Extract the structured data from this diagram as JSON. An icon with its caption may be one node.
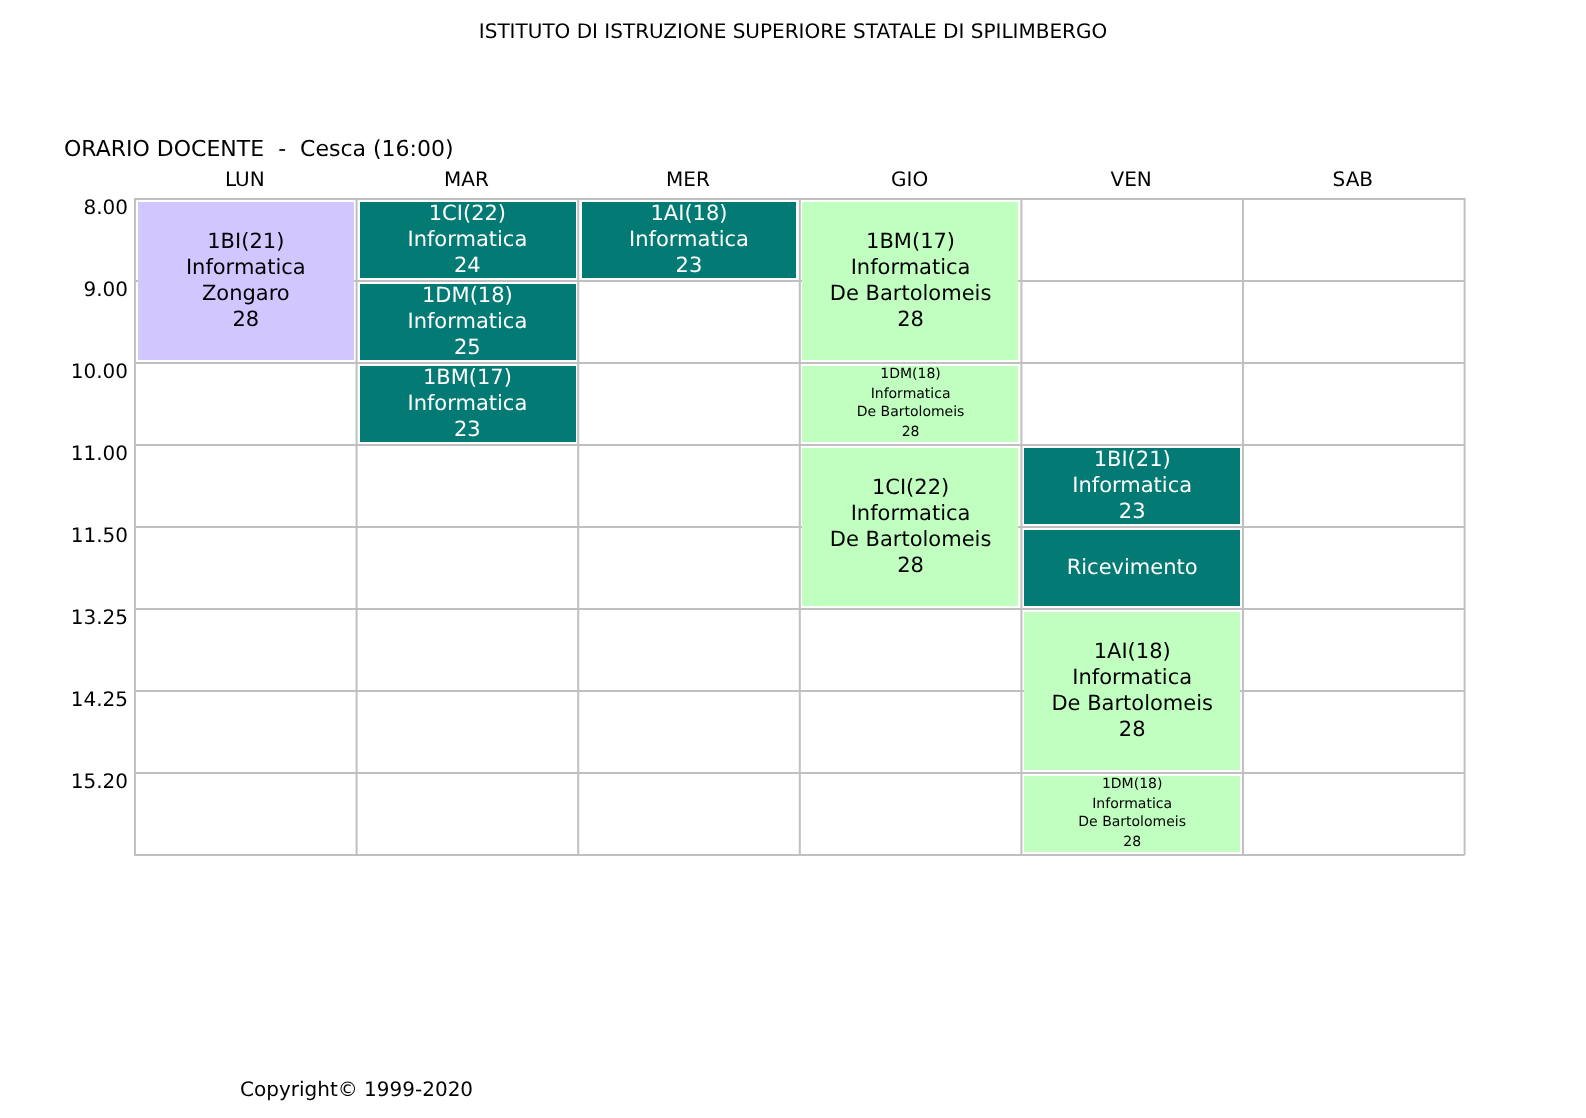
{
  "diagram": {
    "title": "ISTITUTO DI ISTRUZIONE SUPERIORE STATALE DI SPILIMBERGO",
    "nodes": [
      {
        "text": [
          "1BI(21)",
          "Informatica",
          "Zongaro",
          "28"
        ]
      },
      {
        "text": [
          "1CI(22)",
          "Informatica",
          "24"
        ]
      },
      {
        "text": [
          "1AI(18)",
          "Informatica",
          "23"
        ]
      },
      {
        "text": [
          "1BM(17)",
          "Informatica",
          "De Bartolomeis",
          "28"
        ]
      },
      {
        "text": [
          "1DM(18)",
          "Informatica",
          "25"
        ]
      },
      {
        "text": [
          "1BM(17)",
          "Informatica",
          "23"
        ]
      },
      {
        "text": [
          "1DM(18)",
          "Informatica",
          "De Bartolomeis",
          "28"
        ]
      },
      {
        "text": [
          "1CI(22)",
          "Informatica",
          "De Bartolomeis",
          "28"
        ]
      },
      {
        "text": [
          "1BI(21)",
          "Informatica",
          "23"
        ]
      },
      {
        "text": [
          "Ricevimento"
        ]
      },
      {
        "text": [
          "1AI(18)",
          "Informatica",
          "De Bartolomeis",
          "28"
        ]
      },
      {
        "text": [
          "1DM(18)",
          "Informatica",
          "De Bartolomeis",
          "28"
        ]
      }
    ],
    "labels": [
      "ORARIO DOCENTE  -  Cesca (16:00)",
      "LUN",
      "MAR",
      "MER",
      "GIO",
      "VEN",
      "SAB",
      "8.00",
      "9.00",
      "10.00",
      "11.00",
      "11.50",
      "13.25",
      "14.25",
      "15.20",
      "Copyright© 1999-2020"
    ]
  }
}
